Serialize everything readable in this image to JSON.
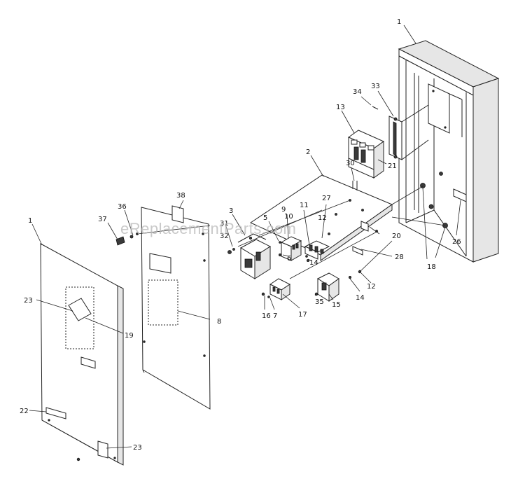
{
  "watermark": "eReplacementParts.com",
  "callouts": [
    {
      "id": "c1a",
      "text": "1"
    },
    {
      "id": "c1b",
      "text": "1"
    },
    {
      "id": "c2",
      "text": "2"
    },
    {
      "id": "c3",
      "text": "3"
    },
    {
      "id": "c5",
      "text": "5"
    },
    {
      "id": "c6",
      "text": "6"
    },
    {
      "id": "c7",
      "text": "7"
    },
    {
      "id": "c8",
      "text": "8"
    },
    {
      "id": "c9",
      "text": "9"
    },
    {
      "id": "c10",
      "text": "10"
    },
    {
      "id": "c11",
      "text": "11"
    },
    {
      "id": "c12a",
      "text": "12"
    },
    {
      "id": "c12b",
      "text": "12"
    },
    {
      "id": "c13",
      "text": "13"
    },
    {
      "id": "c14a",
      "text": "14"
    },
    {
      "id": "c14b",
      "text": "14"
    },
    {
      "id": "c15",
      "text": "15"
    },
    {
      "id": "c16",
      "text": "16"
    },
    {
      "id": "c17",
      "text": "17"
    },
    {
      "id": "c18",
      "text": "18"
    },
    {
      "id": "c19",
      "text": "19"
    },
    {
      "id": "c20",
      "text": "20"
    },
    {
      "id": "c21",
      "text": "21"
    },
    {
      "id": "c22",
      "text": "22"
    },
    {
      "id": "c23a",
      "text": "23"
    },
    {
      "id": "c23b",
      "text": "23"
    },
    {
      "id": "c26",
      "text": "26"
    },
    {
      "id": "c27",
      "text": "27"
    },
    {
      "id": "c28",
      "text": "28"
    },
    {
      "id": "c30",
      "text": "30"
    },
    {
      "id": "c31",
      "text": "31"
    },
    {
      "id": "c32",
      "text": "32"
    },
    {
      "id": "c33",
      "text": "33"
    },
    {
      "id": "c34",
      "text": "34"
    },
    {
      "id": "c35",
      "text": "35"
    },
    {
      "id": "c36",
      "text": "36"
    },
    {
      "id": "c37",
      "text": "37"
    },
    {
      "id": "c38",
      "text": "38"
    }
  ]
}
